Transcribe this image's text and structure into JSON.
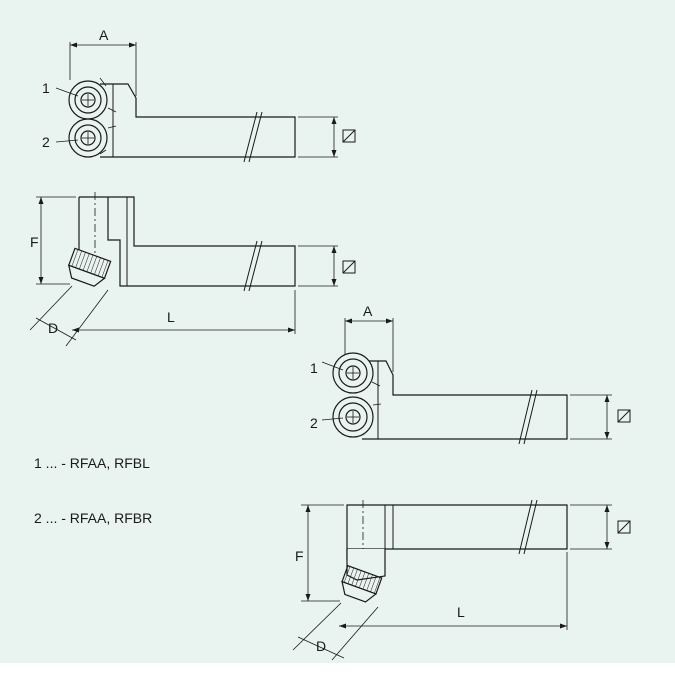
{
  "legend": [
    "1 ... - RFAA, RFBL",
    "2 ... - RFAA, RFBR"
  ],
  "dimension_labels": {
    "a": "A",
    "f": "F",
    "d": "D",
    "l": "L"
  },
  "position_labels": {
    "one": "1",
    "two": "2"
  },
  "colors": {
    "background": "#e9f3ef",
    "line": "#1a1a1a"
  }
}
